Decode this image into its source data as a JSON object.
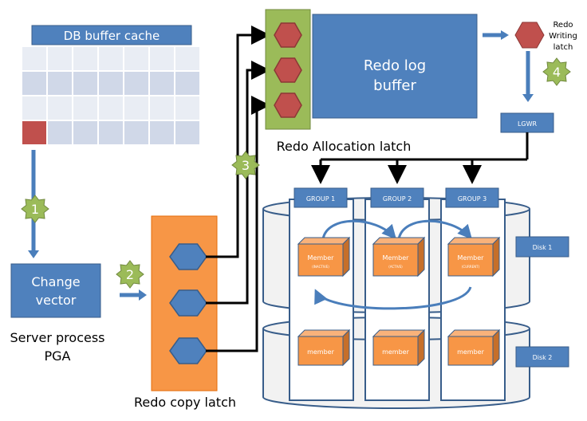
{
  "buffer_cache": {
    "title": "DB buffer cache",
    "rows": 4,
    "cols": 7
  },
  "steps": [
    "1",
    "2",
    "3",
    "4"
  ],
  "change_vector": {
    "label_line1": "Change",
    "label_line2": "vector"
  },
  "server_process": {
    "line1": "Server process",
    "line2": "PGA"
  },
  "redo_copy_latch": {
    "label": "Redo copy latch"
  },
  "redo_allocation_latch": {
    "label": "Redo Allocation latch"
  },
  "redo_log_buffer": {
    "line1": "Redo log",
    "line2": "buffer"
  },
  "redo_writing_latch": {
    "line1": "Redo",
    "line2": "Writing",
    "line3": "latch"
  },
  "lgwr": {
    "label": "LGWR"
  },
  "groups": [
    {
      "label": "GROUP 1",
      "member": "Member",
      "status": "(INACTIVE)",
      "member2": "member"
    },
    {
      "label": "GROUP 2",
      "member": "Member",
      "status": "(ACTIVE)",
      "member2": "member"
    },
    {
      "label": "GROUP 3",
      "member": "Member",
      "status": "(CURRENT)",
      "member2": "member"
    }
  ],
  "disks": [
    "Disk 1",
    "Disk 2"
  ],
  "colors": {
    "blue": "#4a7ebb",
    "blue_fill": "#4f81bd",
    "orange": "#f79646",
    "red": "#c0504d",
    "green": "#9bbb59"
  }
}
